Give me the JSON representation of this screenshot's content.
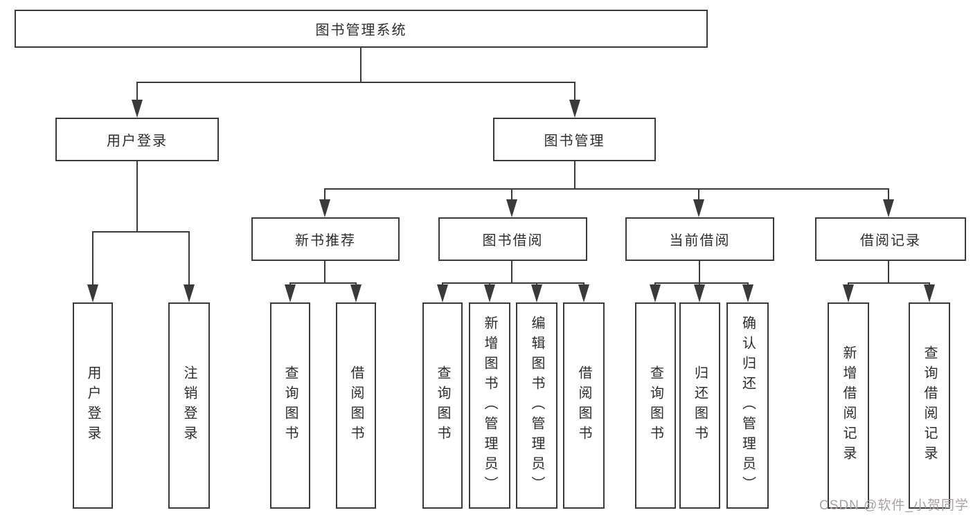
{
  "nodes": {
    "root": "图书管理系统",
    "l2_user_login": "用户登录",
    "l2_book_mgmt": "图书管理",
    "l3_new_book": "新书推荐",
    "l3_book_borrow": "图书借阅",
    "l3_current_borrow": "当前借阅",
    "l3_borrow_record": "借阅记录",
    "leaf_user_login": "用户登录",
    "leaf_logout": "注销登录",
    "leaf_nb_query": "查询图书",
    "leaf_nb_borrow": "借阅图书",
    "leaf_bb_query": "查询图书",
    "leaf_bb_add": "新增图书（管理员）",
    "leaf_bb_edit": "编辑图书（管理员）",
    "leaf_bb_borrow": "借阅图书",
    "leaf_cb_query": "查询图书",
    "leaf_cb_return": "归还图书",
    "leaf_cb_confirm": "确认归还（管理员）",
    "leaf_br_add": "新增借阅记录",
    "leaf_br_query": "查询借阅记录"
  },
  "tree": {
    "root": "图书管理系统",
    "children": [
      {
        "label": "用户登录",
        "children": [
          "用户登录",
          "注销登录"
        ]
      },
      {
        "label": "图书管理",
        "children": [
          {
            "label": "新书推荐",
            "children": [
              "查询图书",
              "借阅图书"
            ]
          },
          {
            "label": "图书借阅",
            "children": [
              "查询图书",
              "新增图书（管理员）",
              "编辑图书（管理员）",
              "借阅图书"
            ]
          },
          {
            "label": "当前借阅",
            "children": [
              "查询图书",
              "归还图书",
              "确认归还（管理员）"
            ]
          },
          {
            "label": "借阅记录",
            "children": [
              "新增借阅记录",
              "查询借阅记录"
            ]
          }
        ]
      }
    ]
  },
  "watermark": "CSDN @软件_小贺同学",
  "colors": {
    "line": "#3a3a3a",
    "box_border": "#3a3a3a",
    "text": "#2d2d2d",
    "watermark": "#a8a2a2",
    "background": "#ffffff"
  }
}
